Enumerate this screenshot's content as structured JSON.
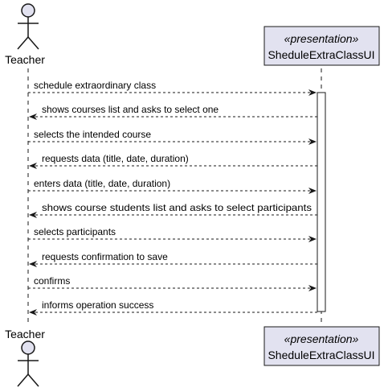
{
  "diagram": {
    "type": "sequence",
    "actor": {
      "name": "Teacher",
      "icon": "stick-figure-icon"
    },
    "participant": {
      "stereotype": "«presentation»",
      "name": "SheduleExtraClassUI"
    },
    "messages": [
      {
        "direction": "request",
        "label": "schedule extraordinary class"
      },
      {
        "direction": "response",
        "label": "shows courses list and asks to select one"
      },
      {
        "direction": "request",
        "label": "selects the intended course"
      },
      {
        "direction": "response",
        "label": "requests data (title, date, duration)"
      },
      {
        "direction": "request",
        "label": "enters data (title, date, duration)"
      },
      {
        "direction": "response",
        "label": "shows course students list and asks to select participants"
      },
      {
        "direction": "request",
        "label": "selects participants"
      },
      {
        "direction": "response",
        "label": "requests confirmation to save"
      },
      {
        "direction": "request",
        "label": "confirms"
      },
      {
        "direction": "response",
        "label": "informs operation success"
      }
    ],
    "colors": {
      "actor_fill": "#e2e2f0",
      "participant_fill": "#e2e2f0",
      "line": "#181818",
      "activation_fill": "#ffffff"
    }
  }
}
